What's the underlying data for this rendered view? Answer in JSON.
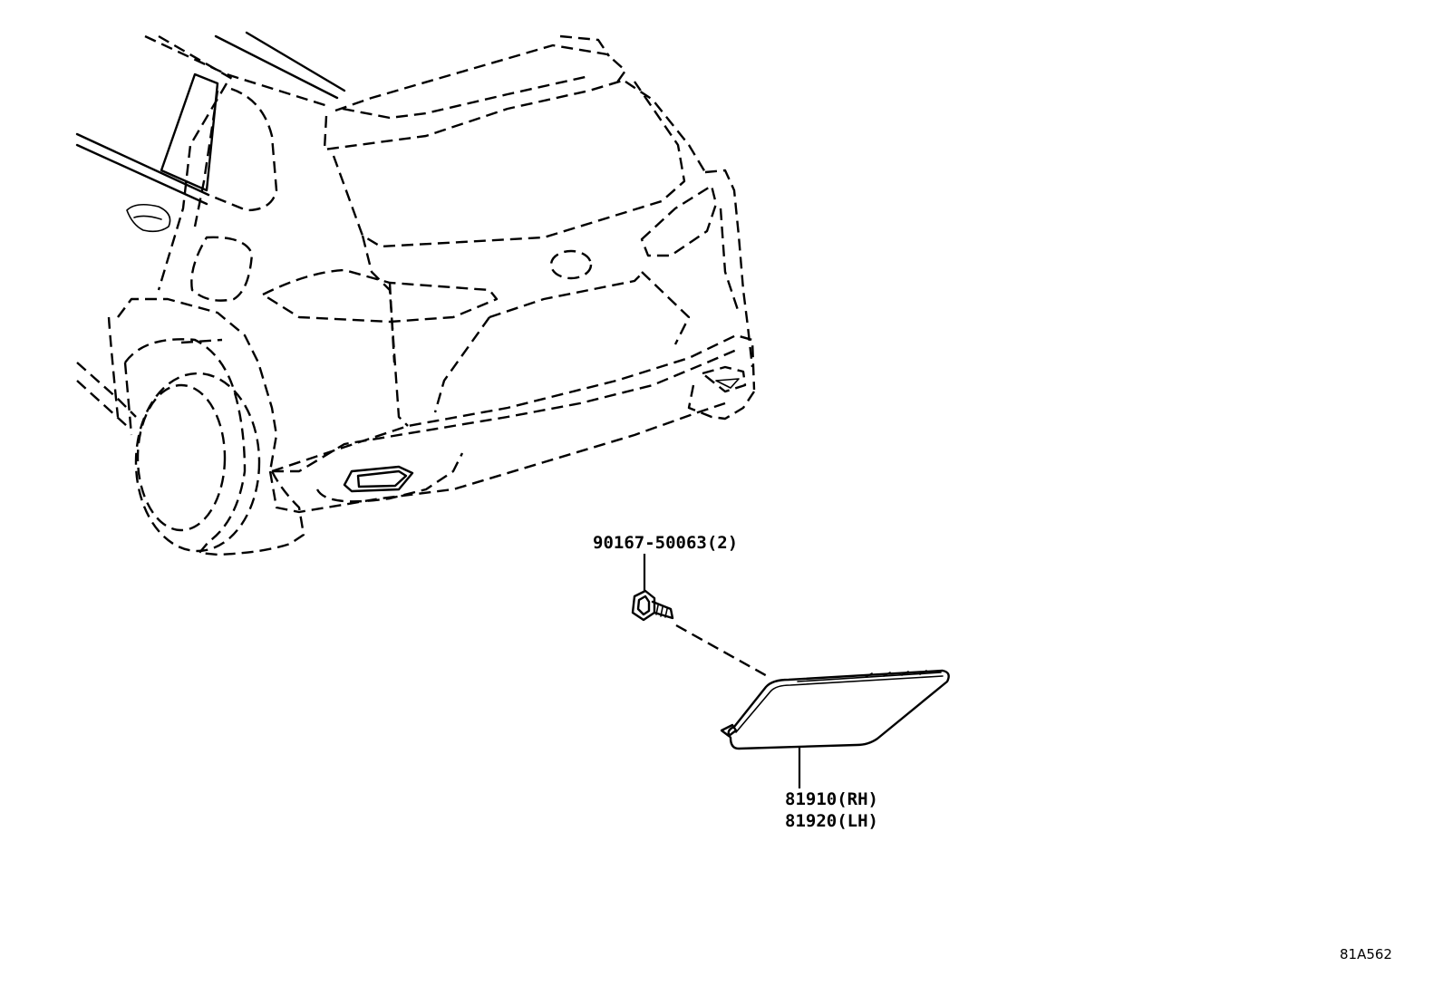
{
  "callouts": {
    "bolt": "90167-50063(2)",
    "reflector_rh": "81910(RH)",
    "reflector_lh": "81920(LH)"
  },
  "illustration_code": "81A562"
}
